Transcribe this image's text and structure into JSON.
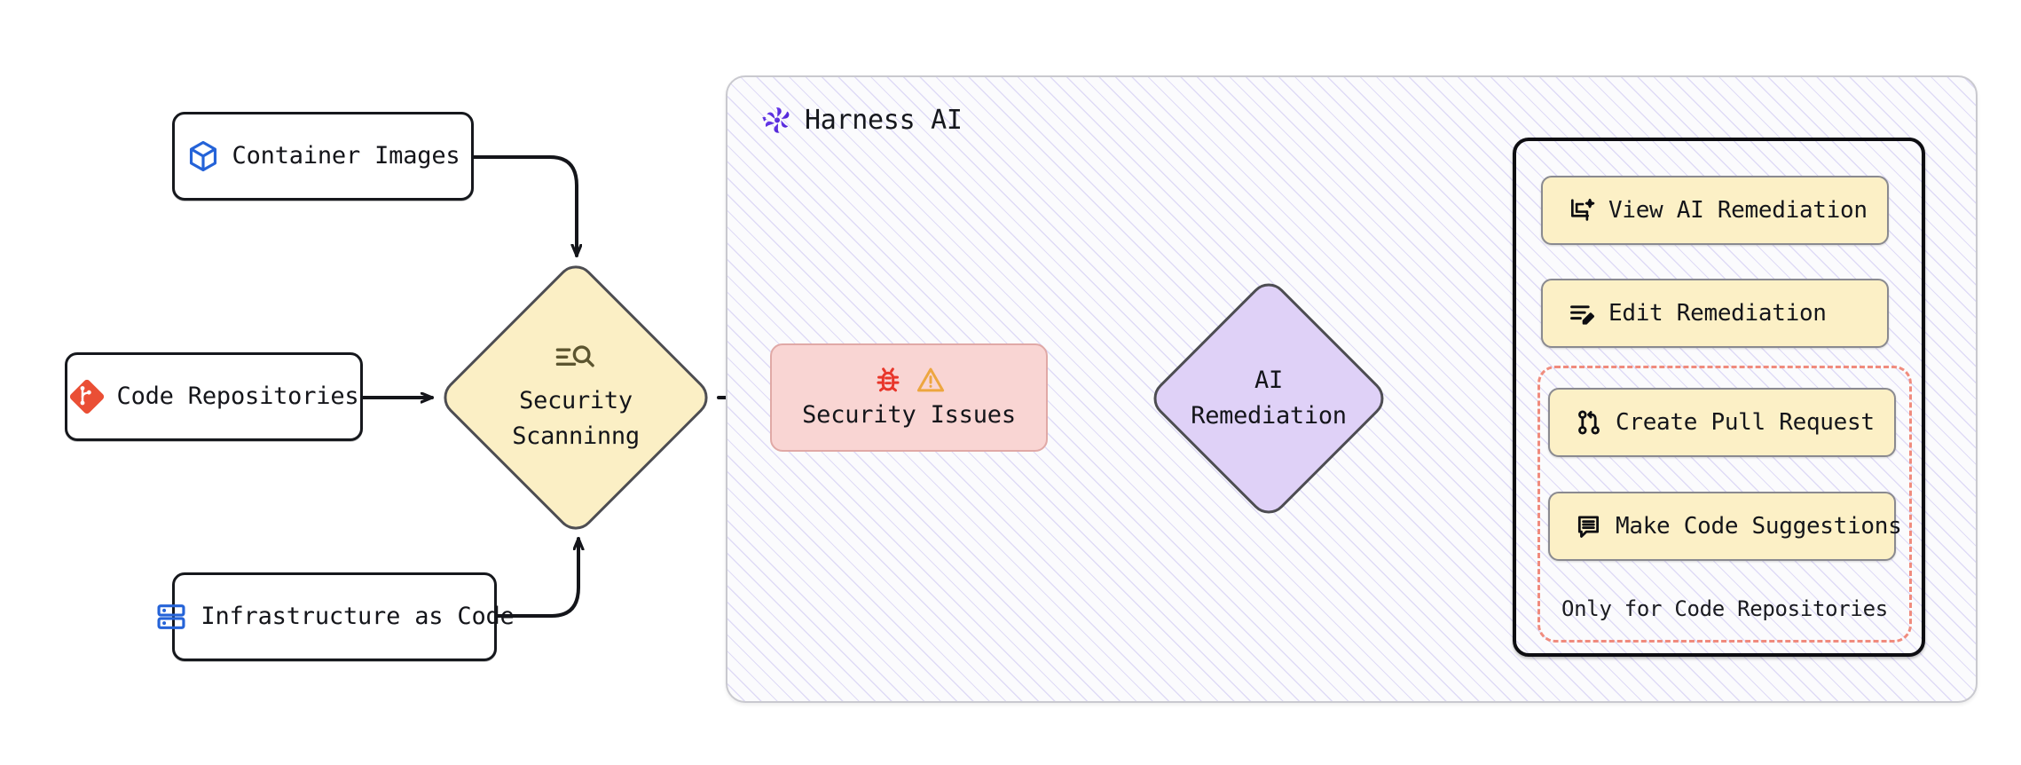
{
  "diagram": {
    "title": "Harness AI security scanning and remediation flow",
    "sources": [
      {
        "id": "container-images",
        "label": "Container Images",
        "icon": "cube-icon",
        "icon_color": "#2563d8"
      },
      {
        "id": "code-repositories",
        "label": "Code Repositories",
        "icon": "git-icon",
        "icon_color": "#ea4f35"
      },
      {
        "id": "infrastructure-as-code",
        "label": "Infrastructure as Code",
        "icon": "server-icon",
        "icon_color": "#2563d8"
      }
    ],
    "scanning": {
      "line1": "Security",
      "line2": "Scanninng",
      "icon": "scan-search-icon",
      "fill": "#fbefc5",
      "stroke": "#4d4d52"
    },
    "harness": {
      "title": "Harness AI",
      "logo": "harness-pinwheel-icon",
      "logo_color": "#5b2ae0"
    },
    "security_issues": {
      "label": "Security Issues",
      "icons": [
        "bug-icon",
        "warning-triangle-icon"
      ],
      "bug_color": "#e8362a",
      "warning_color": "#eda63f",
      "fill": "#f9d5d3",
      "stroke": "#e0a9a6"
    },
    "ai_remediation": {
      "line1": "AI",
      "line2": "Remediation",
      "fill": "#dfd1f7",
      "stroke": "#4d4d52"
    },
    "actions": [
      {
        "id": "view-ai-remediation",
        "label": "View AI Remediation",
        "icon": "ai-document-sparkle-icon",
        "code_only": false
      },
      {
        "id": "edit-remediation",
        "label": "Edit Remediation",
        "icon": "list-pencil-icon",
        "code_only": false
      },
      {
        "id": "create-pull-request",
        "label": "Create Pull Request",
        "icon": "git-pull-request-icon",
        "code_only": true
      },
      {
        "id": "make-code-suggestions",
        "label": "Make Code Suggestions",
        "icon": "comment-lines-icon",
        "code_only": true
      }
    ],
    "code_only_caption": "Only for Code Repositories",
    "colors": {
      "yellow_fill": "#fcf0c6",
      "pink_fill": "#f9d5d3",
      "purple_fill": "#dfd1f7",
      "dashed_red": "#f08b7d",
      "hatch_purple": "#7c6ade",
      "edge_stroke": "#14151a"
    }
  }
}
